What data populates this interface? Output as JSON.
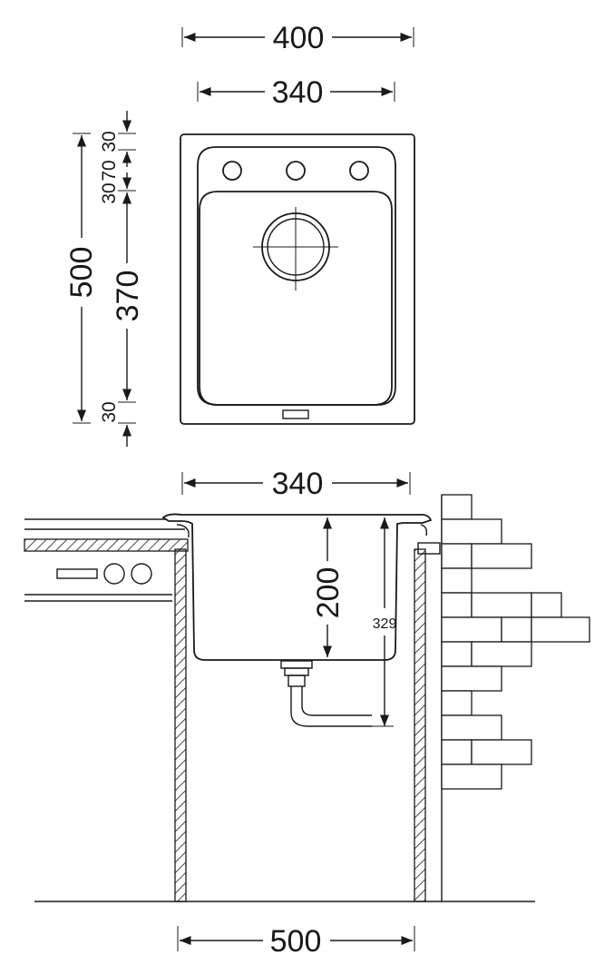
{
  "top_view": {
    "overall_width": "400",
    "bowl_width": "340",
    "overall_depth": "500",
    "segment_top": "30",
    "segment_taps": "70",
    "segment_second": "30",
    "bowl_depth": "370",
    "segment_bottom": "30"
  },
  "side_view": {
    "cutout_width": "340",
    "bowl_height": "200",
    "total_height": "329",
    "cabinet_width": "500"
  },
  "colors": {
    "line": "#1a1a1a",
    "background": "#ffffff"
  }
}
